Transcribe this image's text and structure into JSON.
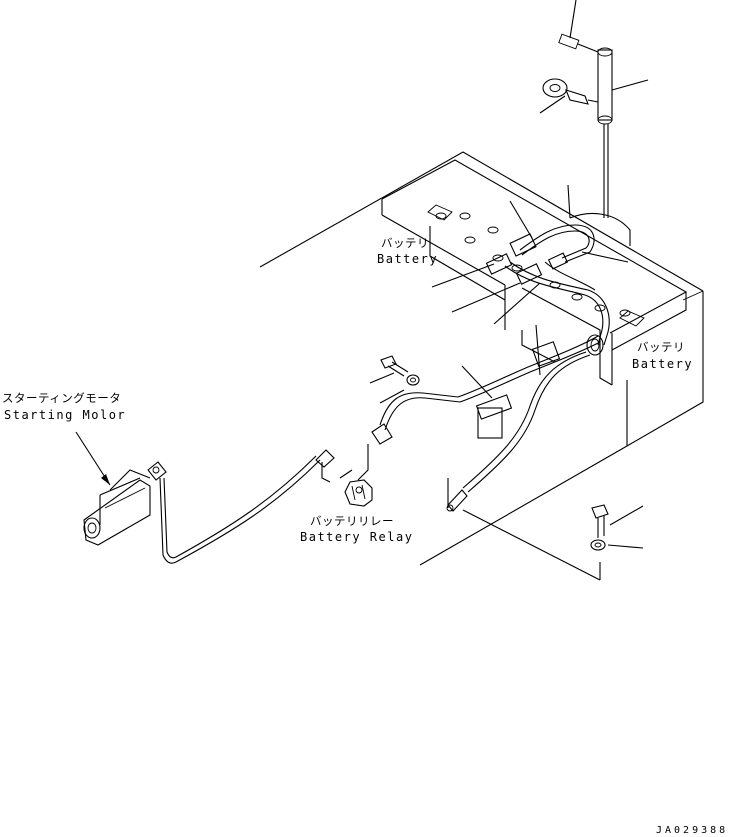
{
  "labels": {
    "battery_left_jp": "バッテリ",
    "battery_left_en": "Battery",
    "battery_right_jp": "バッテリ",
    "battery_right_en": "Battery",
    "starting_motor_jp": "スターティングモータ",
    "starting_motor_en": "Starting Molor",
    "battery_relay_jp": "バッテリリレー",
    "battery_relay_en": "Battery Relay"
  },
  "drawing_code": "JA029388"
}
